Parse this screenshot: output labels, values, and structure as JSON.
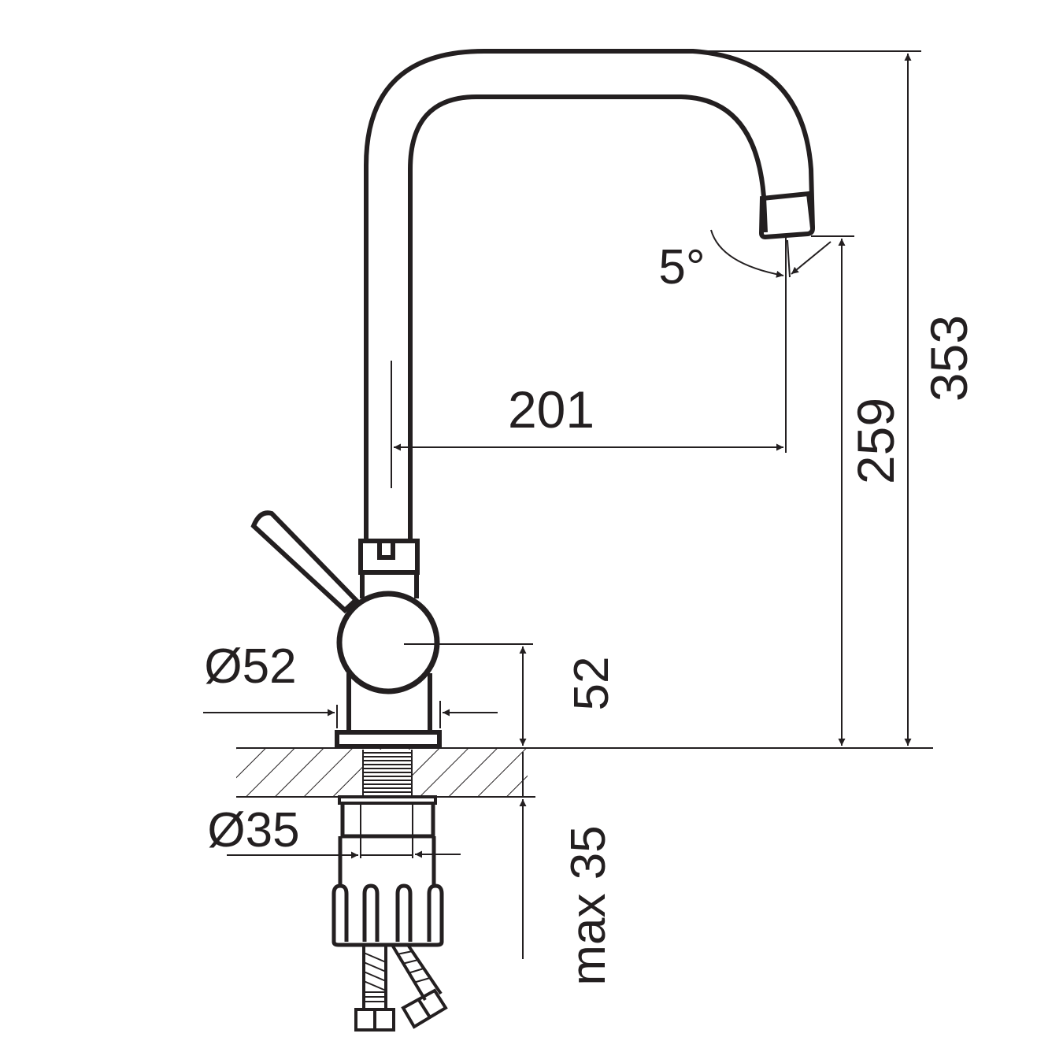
{
  "diagram": {
    "title": "Kitchen faucet technical drawing (side view)",
    "units": "mm",
    "stroke_color": "#231f20",
    "background": "#ffffff"
  },
  "dimensions": {
    "total_height": {
      "value": "353",
      "orientation": "vertical"
    },
    "spout_height": {
      "value": "259",
      "orientation": "vertical"
    },
    "spout_reach": {
      "value": "201",
      "orientation": "horizontal"
    },
    "spout_angle": {
      "value": "5°"
    },
    "body_diameter": {
      "value": "Ø52"
    },
    "lever_axis_height": {
      "value": "52",
      "orientation": "vertical"
    },
    "mount_diameter": {
      "value": "Ø35"
    },
    "max_counter_thickness": {
      "value": "max 35",
      "orientation": "vertical"
    }
  },
  "components": [
    {
      "name": "spout",
      "label": "curved spout pipe"
    },
    {
      "name": "aerator",
      "label": "aerator tip"
    },
    {
      "name": "lever",
      "label": "single lever handle"
    },
    {
      "name": "mixer-body",
      "label": "mixer body"
    },
    {
      "name": "countertop",
      "label": "countertop section (hatched)"
    },
    {
      "name": "threaded-shank",
      "label": "threaded shank"
    },
    {
      "name": "mounting-nut",
      "label": "mounting nut"
    },
    {
      "name": "supply-hoses",
      "label": "braided supply hoses"
    }
  ]
}
